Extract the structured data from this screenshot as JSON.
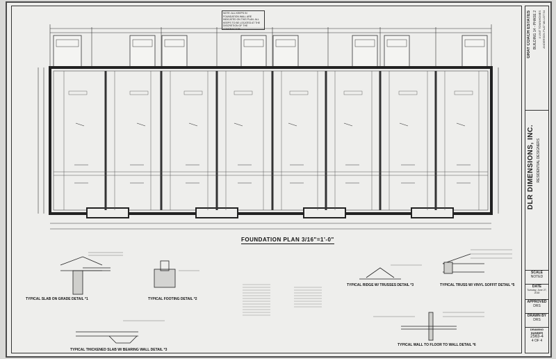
{
  "plan": {
    "title": "FOUNDATION PLAN  3/16\"=1'-0\"",
    "note": "NOTE: ALL KEEPS IN FOUNDATION WALL ARE INDICATED ON THIS PLAN. ALL KEEPS TO BE LOCATED AT THE DISCRETION OF THE CONTRACTOR."
  },
  "details": [
    {
      "label": "TYPICAL SLAB ON GRADE DETAIL *1"
    },
    {
      "label": "TYPICAL FOOTING DETAIL *2"
    },
    {
      "label": "TYPICAL THICKENED SLAB W/ BEARING WALL DETAIL *3"
    },
    {
      "label": "TYPICAL RIDGE W/ TRUSSES DETAIL *3"
    },
    {
      "label": "TYPICAL TRUSS W/ VINYL SOFFIT DETAIL *5"
    },
    {
      "label": "TYPICAL WALL TO FLOOR TO WALL DETAIL *6"
    }
  ],
  "title_block": {
    "project": "GRAY COACH ESTATES",
    "building": "BUILDING 14 - PHASE 2",
    "units": "4 UNIT TOWNHOMES",
    "lot": "ANDERSON PLAT MA LOT 54",
    "firm": "DLR DIMENSIONS, INC.",
    "firm_sub": "RESIDENTIAL DESIGNERS",
    "scale_label": "SCALE",
    "scale_value": "NOTED",
    "date_label": "DATE",
    "date_value": "Tuesday, June 27, 2018",
    "approved_label": "APPROVED",
    "approved_value": "DRS",
    "drawn_label": "DRAWN BY",
    "drawn_value": "DRS",
    "drawing_no_label": "DRAWING NUMBER",
    "drawing_no_value": "2563-4",
    "sheet_of": "4 OF 4"
  }
}
